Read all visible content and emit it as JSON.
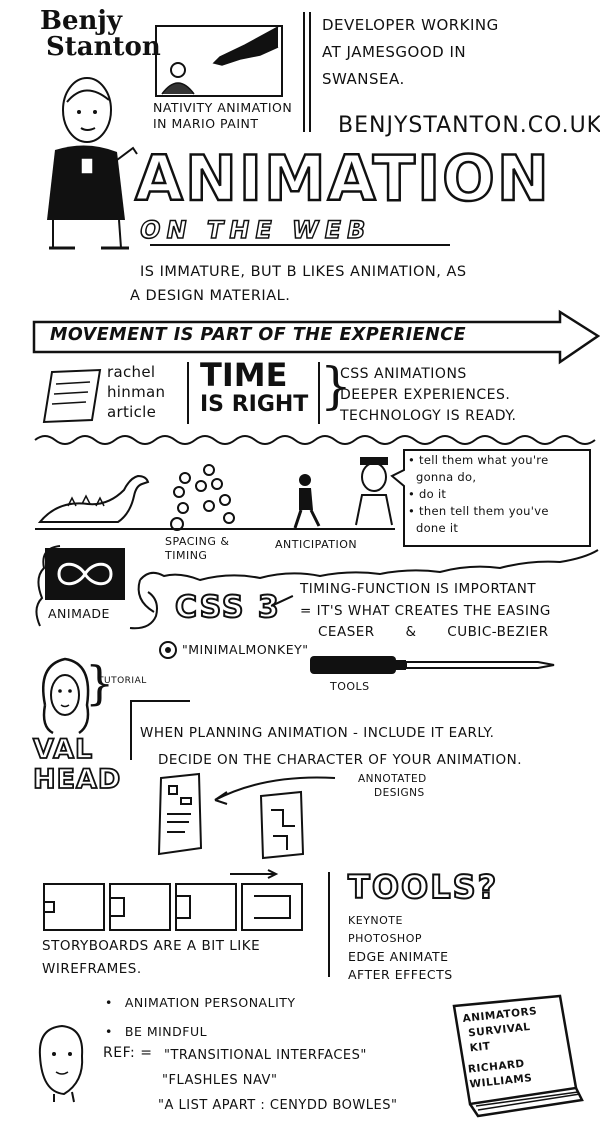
{
  "speaker": {
    "name_line1": "Benjy",
    "name_line2": "Stanton",
    "bio": [
      "DEVELOPER WORKING",
      "AT JAMESGOOD IN",
      "SWANSEA."
    ],
    "website": "BENJYSTANTON.CO.UK",
    "drawing_caption": [
      "NATIVITY ANIMATION",
      "IN MARIO PAINT"
    ]
  },
  "title": {
    "main": "ANIMATION",
    "sub": "ON THE WEB",
    "intro": [
      "IS IMMATURE, BUT B LIKES ANIMATION, AS",
      "A DESIGN MATERIAL."
    ]
  },
  "banner": "MOVEMENT IS PART OF THE EXPERIENCE",
  "time_section": {
    "article": [
      "rachel",
      "hinman",
      "article"
    ],
    "headline": [
      "TIME",
      "IS RIGHT"
    ],
    "points": [
      "CSS ANIMATIONS",
      "DEEPER EXPERIENCES.",
      "TECHNOLOGY IS READY."
    ]
  },
  "principles": {
    "spacing_label": [
      "SPACING &",
      "TIMING"
    ],
    "anticipation_label": "ANTICIPATION",
    "advice": [
      "tell them what you're",
      "gonna do,",
      "do it",
      "then tell them you've",
      "done it"
    ]
  },
  "css_section": {
    "animade_label": "ANIMADE",
    "css3": "CSS 3",
    "timing_points": [
      "TIMING-FUNCTION IS IMPORTANT",
      "= IT'S WHAT CREATES THE EASING"
    ],
    "tools_row": [
      "CEASER",
      "&",
      "CUBIC-BEZIER"
    ],
    "minimalmonkey": "\"MINIMALMONKEY\"",
    "tools_label": "TOOLS"
  },
  "val_head": {
    "tutorial": "TUTORIAL",
    "name_line1": "VAL",
    "name_line2": "HEAD",
    "planning": [
      "WHEN PLANNING ANIMATION - INCLUDE IT EARLY.",
      "DECIDE ON THE CHARACTER OF YOUR ANIMATION."
    ],
    "annotated": [
      "ANNOTATED",
      "DESIGNS"
    ]
  },
  "storyboards": {
    "caption": [
      "STORYBOARDS ARE A BIT LIKE",
      "WIREFRAMES."
    ]
  },
  "tools": {
    "heading": "TOOLS?",
    "list": [
      "KEYNOTE",
      "PHOTOSHOP",
      "EDGE ANIMATE",
      "AFTER EFFECTS"
    ]
  },
  "closing": {
    "bullets": [
      "ANIMATION PERSONALITY",
      "BE MINDFUL"
    ],
    "ref_label": "REF: =",
    "refs": [
      "\"TRANSITIONAL INTERFACES\"",
      "\"FLASHLES NAV\"",
      "\"A LIST APART : CENYDD BOWLES\""
    ],
    "book": [
      "ANIMATORS",
      "SURVIVAL",
      "KIT",
      "RICHARD",
      "WILLIAMS"
    ]
  }
}
